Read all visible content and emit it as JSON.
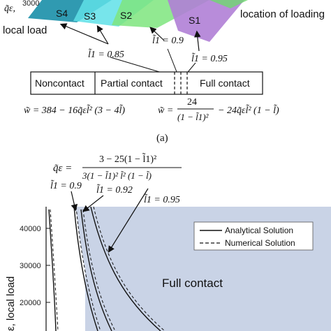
{
  "figure": {
    "panel_a": {
      "top_qe_label": "q̃ε,",
      "top_value": "3000",
      "local_load_label": "local load",
      "location_label": "location of loading",
      "surfaces": [
        "S4",
        "S3",
        "S2",
        "S1"
      ],
      "l_labels": [
        "l̃1 = 0.85",
        "l̃1 = 0.9",
        "l̃1 = 0.95"
      ],
      "regions": [
        "Noncontact",
        "Partial contact",
        "Full contact"
      ],
      "eq_left": "w̃ = 384 − 16q̃εl̃² (3 − 4l̃)",
      "eq_right_prefix": "w̃ =",
      "eq_right_num": "24",
      "eq_right_den": "(1 − l̃1)²",
      "eq_right_suffix": "− 24q̃εl̃² (1 − l̃)",
      "caption": "(a)",
      "colors": {
        "S4": "#1a8fa8",
        "S3": "#5fe0e8",
        "S2": "#7ee57e",
        "S1": "#b07fd6"
      }
    },
    "panel_b": {
      "eq_lhs": "q̃ε =",
      "eq_num": "3 − 25(1 − l̃1)²",
      "eq_den": "3(1 − l̃1)² l̃² (1 − l̃)",
      "l_labels": [
        "l̃1 = 0.9",
        "l̃1 = 0.92",
        "l̃1 = 0.95"
      ],
      "legend": [
        "Analytical Solution",
        "Numerical Solution"
      ],
      "region_label": "Full contact",
      "ylabel": "ε,  local load",
      "yticks": [
        "40000",
        "30000",
        "20000"
      ],
      "region_color": "#c9d3e6"
    }
  }
}
